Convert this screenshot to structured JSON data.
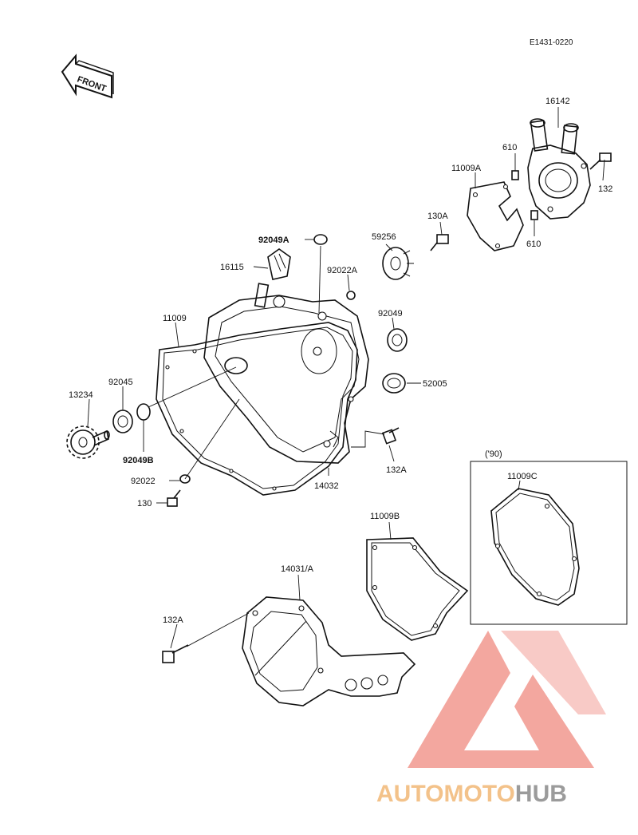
{
  "diagram": {
    "code": "E1431-0220",
    "front_label": "FRONT",
    "variant_label": "('90)",
    "parts": [
      {
        "id": "p16142",
        "number": "16142"
      },
      {
        "id": "p610a",
        "number": "610"
      },
      {
        "id": "p11009A",
        "number": "11009A"
      },
      {
        "id": "p132",
        "number": "132"
      },
      {
        "id": "p610b",
        "number": "610"
      },
      {
        "id": "p130A",
        "number": "130A"
      },
      {
        "id": "p59256",
        "number": "59256"
      },
      {
        "id": "p92049A",
        "number": "92049A"
      },
      {
        "id": "p16115",
        "number": "16115"
      },
      {
        "id": "p92022A",
        "number": "92022A"
      },
      {
        "id": "p92049",
        "number": "92049"
      },
      {
        "id": "p11009",
        "number": "11009"
      },
      {
        "id": "p52005",
        "number": "52005"
      },
      {
        "id": "p92045",
        "number": "92045"
      },
      {
        "id": "p13234",
        "number": "13234"
      },
      {
        "id": "p132A_1",
        "number": "132A"
      },
      {
        "id": "p92049B",
        "number": "92049B"
      },
      {
        "id": "p14032",
        "number": "14032"
      },
      {
        "id": "p92022",
        "number": "92022"
      },
      {
        "id": "p130",
        "number": "130"
      },
      {
        "id": "p11009C",
        "number": "11009C"
      },
      {
        "id": "p11009B",
        "number": "11009B"
      },
      {
        "id": "p14031A",
        "number": "14031/A"
      },
      {
        "id": "p132A_2",
        "number": "132A"
      }
    ]
  },
  "watermark": {
    "part1": "AUTOMOTO",
    "part2": "HUB",
    "color_primary": "#f3c28a",
    "color_secondary": "#9b9b9b",
    "logo_color": "#f08a80"
  }
}
